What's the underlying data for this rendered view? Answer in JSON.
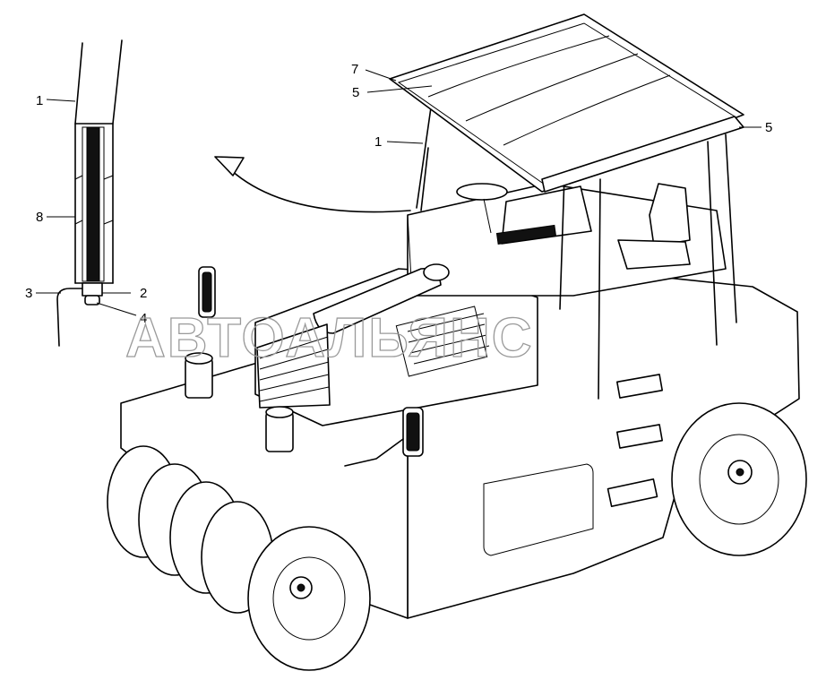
{
  "callouts": {
    "c1_detail": "1",
    "c8": "8",
    "c3": "3",
    "c2": "2",
    "c4": "4",
    "c7": "7",
    "c5_left": "5",
    "c1_main": "1",
    "c5_right": "5"
  },
  "watermark": "АВТОАЛЬЯНС"
}
